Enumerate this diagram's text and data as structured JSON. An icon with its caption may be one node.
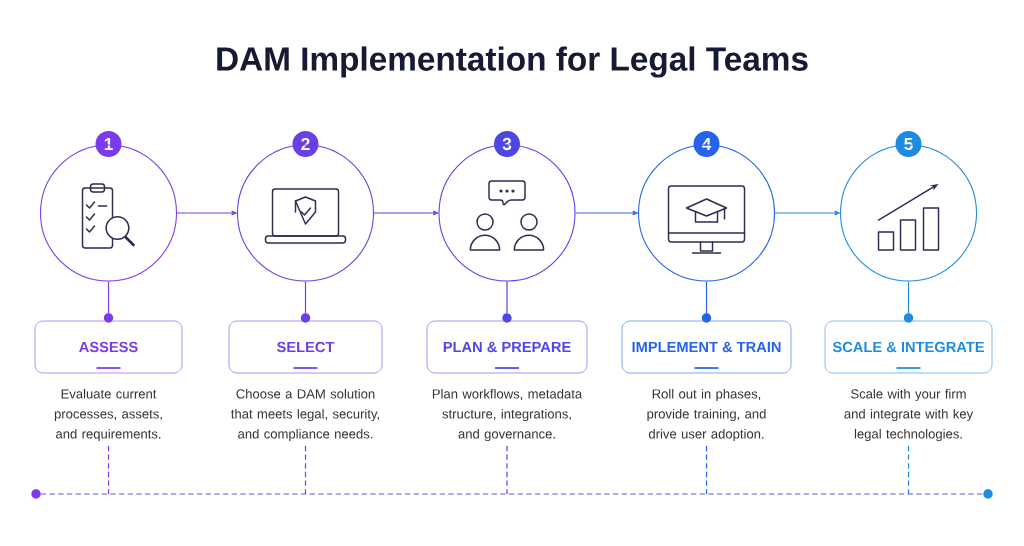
{
  "diagram": {
    "title": "DAM Implementation for Legal Teams",
    "nodes": [
      {
        "text": [
          "1"
        ]
      },
      {
        "text": [
          "2"
        ]
      },
      {
        "text": [
          "3"
        ]
      },
      {
        "text": [
          "4"
        ]
      },
      {
        "text": [
          "5"
        ]
      },
      {
        "text": [],
        "shape": "circle"
      },
      {
        "text": [],
        "shape": "circle"
      },
      {
        "text": [],
        "shape": "circle"
      },
      {
        "text": [],
        "shape": "circle"
      },
      {
        "text": [],
        "shape": "circle"
      },
      {
        "text": [
          "ASSESS"
        ]
      },
      {
        "text": [
          "SELECT"
        ]
      },
      {
        "text": [
          "PLAN & PREPARE"
        ]
      },
      {
        "text": [
          "IMPLEMENT & TRAIN"
        ]
      },
      {
        "text": [
          "SCALE & INTEGRATE"
        ]
      },
      {
        "text": [
          "Evaluate current processes, assets, and requirements."
        ]
      },
      {
        "text": [
          "Choose a DAM solution that meets legal, security, and compliance needs."
        ]
      },
      {
        "text": [
          "Plan workflows, metadata structure, integrations, and governance."
        ]
      },
      {
        "text": [
          "Roll out in phases, provide training, and drive user adoption."
        ]
      },
      {
        "text": [
          "Scale with your firm and integrate with key legal technologies."
        ]
      },
      {
        "text": [],
        "shape": "circle"
      },
      {
        "text": [],
        "shape": "circle"
      },
      {
        "text": [],
        "shape": "circle"
      },
      {
        "text": [],
        "shape": "circle"
      },
      {
        "text": [],
        "shape": "circle"
      },
      {
        "text": [],
        "shape": "circle"
      },
      {
        "text": [],
        "shape": "circle"
      }
    ],
    "edges": [
      {
        "from": 5,
        "to": 6,
        "arrow": "to",
        "color": "#7c3aed"
      },
      {
        "from": 6,
        "to": 7,
        "arrow": "to",
        "color": "#6a3fe6"
      },
      {
        "from": 7,
        "to": 8,
        "arrow": "to",
        "color": "#3b5fe8"
      },
      {
        "from": 8,
        "to": 9,
        "arrow": "to",
        "color": "#2a7fe6"
      },
      {
        "from": 5,
        "to": 22,
        "arrow": "none",
        "color": "#7c3aed"
      },
      {
        "from": 6,
        "to": 23,
        "arrow": "none",
        "color": "#6a3fe6"
      },
      {
        "from": 7,
        "to": 24,
        "arrow": "none",
        "color": "#4f46e5"
      },
      {
        "from": 8,
        "to": 25,
        "arrow": "none",
        "color": "#2563eb"
      },
      {
        "from": 9,
        "to": 26,
        "arrow": "none",
        "color": "#1d8be0"
      },
      {
        "from": 15,
        "to": null,
        "arrow": "none",
        "style": "dashed",
        "color": "#7c3aed"
      },
      {
        "from": 16,
        "to": null,
        "arrow": "none",
        "style": "dashed",
        "color": "#6a3fe6"
      },
      {
        "from": 17,
        "to": null,
        "arrow": "none",
        "style": "dashed",
        "color": "#4f46e5"
      },
      {
        "from": 18,
        "to": null,
        "arrow": "none",
        "style": "dashed",
        "color": "#2563eb"
      },
      {
        "from": 19,
        "to": null,
        "arrow": "none",
        "style": "dashed",
        "color": "#1d8be0"
      },
      {
        "from": 20,
        "to": 21,
        "arrow": "none",
        "style": "dashed",
        "color": "#5a5ae6"
      }
    ]
  }
}
